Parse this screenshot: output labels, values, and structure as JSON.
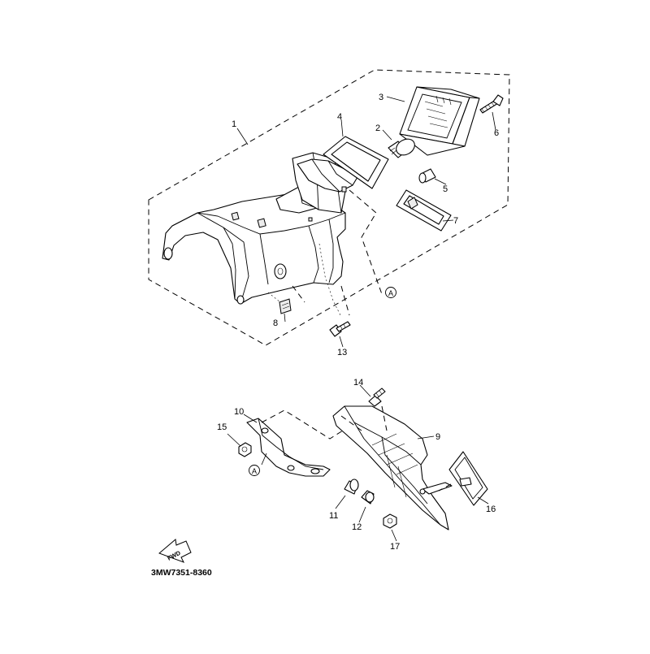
{
  "callouts": {
    "p1": "1",
    "p2": "2",
    "p3": "3",
    "p4": "4",
    "p5": "5",
    "p6": "6",
    "p7": "7",
    "p8": "8",
    "p9": "9",
    "p10": "10",
    "p11": "11",
    "p12": "12",
    "p13": "13",
    "p14": "14",
    "p15": "15",
    "p16": "16",
    "p17": "17"
  },
  "reference_marks": {
    "upper": "A",
    "lower": "A"
  },
  "fwd_label": "FWD",
  "drawing_code": "3MW7351-8360"
}
